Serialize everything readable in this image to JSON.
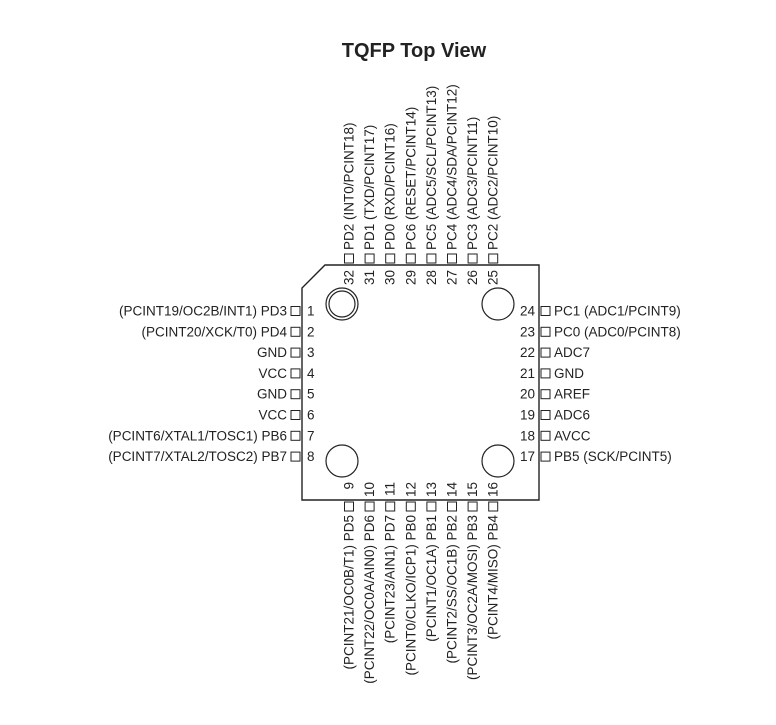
{
  "title": "TQFP Top View",
  "pins": {
    "left": [
      {
        "num": "1",
        "label": "(PCINT19/OC2B/INT1) PD3"
      },
      {
        "num": "2",
        "label": "(PCINT20/XCK/T0) PD4"
      },
      {
        "num": "3",
        "label": "GND"
      },
      {
        "num": "4",
        "label": "VCC"
      },
      {
        "num": "5",
        "label": "GND"
      },
      {
        "num": "6",
        "label": "VCC"
      },
      {
        "num": "7",
        "label": "(PCINT6/XTAL1/TOSC1) PB6"
      },
      {
        "num": "8",
        "label": "(PCINT7/XTAL2/TOSC2) PB7"
      }
    ],
    "bottom": [
      {
        "num": "9",
        "label": "(PCINT21/OC0B/T1) PD5"
      },
      {
        "num": "10",
        "label": "(PCINT22/OC0A/AIN0) PD6"
      },
      {
        "num": "11",
        "label": "(PCINT23/AIN1) PD7"
      },
      {
        "num": "12",
        "label": "(PCINT0/CLKO/ICP1) PB0"
      },
      {
        "num": "13",
        "label": "(PCINT1/OC1A) PB1"
      },
      {
        "num": "14",
        "label": "(PCINT2/SS/OC1B) PB2"
      },
      {
        "num": "15",
        "label": "(PCINT3/OC2A/MOSI) PB3"
      },
      {
        "num": "16",
        "label": "(PCINT4/MISO) PB4"
      }
    ],
    "right": [
      {
        "num": "24",
        "label": "PC1 (ADC1/PCINT9)"
      },
      {
        "num": "23",
        "label": "PC0 (ADC0/PCINT8)"
      },
      {
        "num": "22",
        "label": "ADC7"
      },
      {
        "num": "21",
        "label": "GND"
      },
      {
        "num": "20",
        "label": "AREF"
      },
      {
        "num": "19",
        "label": "ADC6"
      },
      {
        "num": "18",
        "label": "AVCC"
      },
      {
        "num": "17",
        "label": "PB5 (SCK/PCINT5)"
      }
    ],
    "top": [
      {
        "num": "32",
        "label": "PD2 (INT0/PCINT18)"
      },
      {
        "num": "31",
        "label": "PD1 (TXD/PCINT17)"
      },
      {
        "num": "30",
        "label": "PD0 (RXD/PCINT16)"
      },
      {
        "num": "29",
        "label": "PC6 (RESET/PCINT14)"
      },
      {
        "num": "28",
        "label": "PC5 (ADC5/SCL/PCINT13)"
      },
      {
        "num": "27",
        "label": "PC4 (ADC4/SDA/PCINT12)"
      },
      {
        "num": "26",
        "label": "PC3 (ADC3/PCINT11)"
      },
      {
        "num": "25",
        "label": "PC2 (ADC2/PCINT10)"
      }
    ]
  },
  "colors": {
    "ink": "#222222",
    "background": "#ffffff"
  }
}
